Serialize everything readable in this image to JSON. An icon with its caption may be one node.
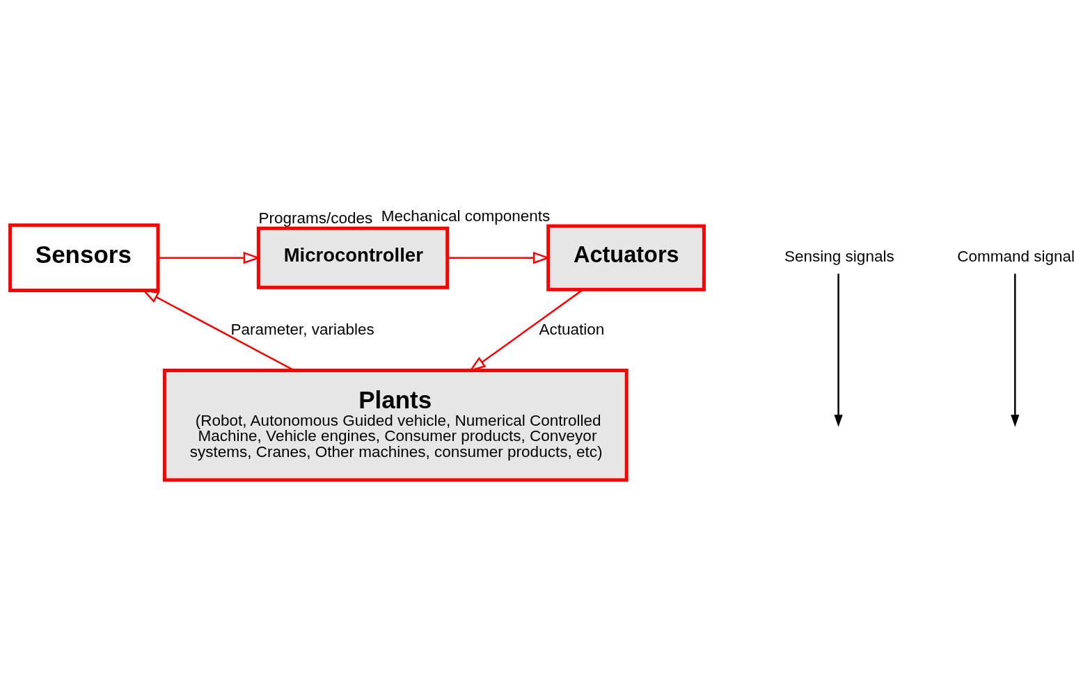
{
  "diagram": {
    "nodes": [
      {
        "text": [
          "Sensors"
        ]
      },
      {
        "text": [
          "Microcontroller"
        ],
        "beside": [
          "Programs/codes"
        ]
      },
      {
        "text": [
          "Actuators"
        ],
        "beside": [
          "Mechanical components"
        ]
      },
      {
        "text": [
          "Plants",
          "(Robot, Autonomous Guided vehicle, Numerical Controlled Machine, Vehicle engines, Consumer products, Conveyor systems, Cranes, Other machines, consumer products, etc)"
        ]
      },
      {
        "text": [
          "Sensing signals"
        ]
      },
      {
        "text": [
          "Command signal"
        ]
      }
    ],
    "edges": [
      {
        "from": 0,
        "to": 1,
        "arrow": "to"
      },
      {
        "from": 1,
        "to": 2,
        "arrow": "to"
      },
      {
        "from": 2,
        "to": 3,
        "arrow": "to",
        "label": "Actuation"
      },
      {
        "from": 3,
        "to": 0,
        "arrow": "to",
        "label": "Parameter, variables"
      },
      {
        "from": 4,
        "to": null,
        "arrow": "to",
        "color": "#000000"
      },
      {
        "from": 5,
        "to": null,
        "arrow": "to",
        "color": "#000000"
      }
    ]
  }
}
